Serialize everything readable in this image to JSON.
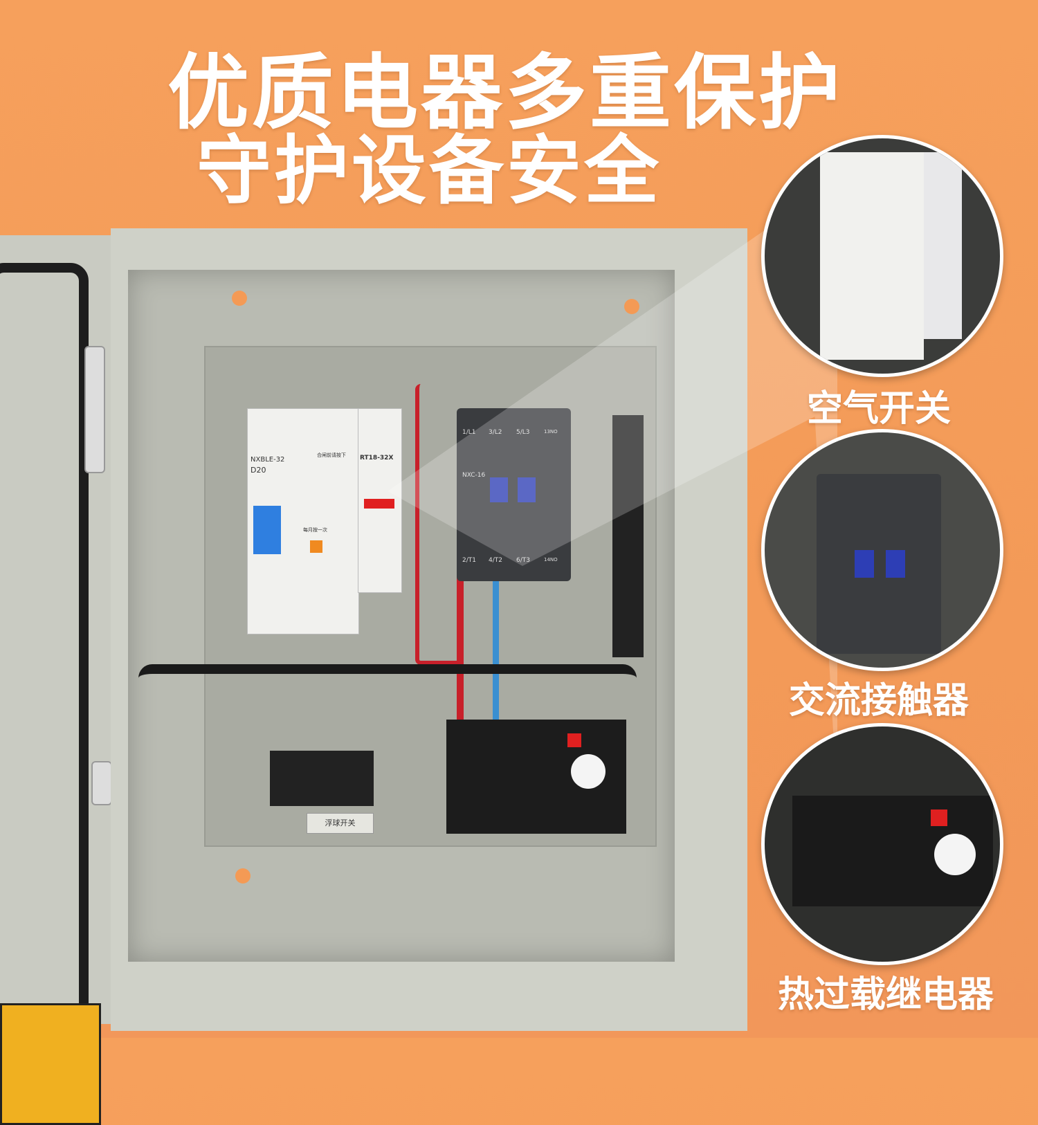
{
  "headline": {
    "line1": "优质电器多重保护",
    "line2": "守护设备安全"
  },
  "callouts": [
    {
      "label": "空气开关"
    },
    {
      "label": "交流接触器"
    },
    {
      "label": "热过载继电器"
    }
  ],
  "components": {
    "breaker_model": "NXBLE-32",
    "breaker_rating": "D20",
    "breaker_note": "合闸前请按下",
    "breaker_test": "每月按一次",
    "fuse_model": "RT18-32X",
    "contactor_model": "NXC-16",
    "contactor_terminals_top": [
      "1/L1",
      "3/L2",
      "5/L3",
      "13NO"
    ],
    "contactor_terminals_bottom": [
      "2/T1",
      "4/T2",
      "6/T3",
      "14NO"
    ],
    "float_switch_plaque": "浮球开关"
  },
  "colors": {
    "background": "#f39a58",
    "headline": "#ffffff",
    "enclosure": "#cfd1c8"
  }
}
